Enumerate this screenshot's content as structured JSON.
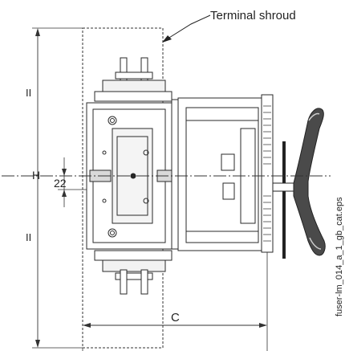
{
  "callout": {
    "terminal_shroud": "Terminal shroud"
  },
  "dimensions": {
    "height_upper": "II",
    "height_mark": "H",
    "offset_value": "22",
    "height_lower": "II",
    "width": "C"
  },
  "file_label": "fuser-lm_014_a_1_gb_cat.eps",
  "colors": {
    "line": "#2a2a2a",
    "fill_light": "#f2f2f2",
    "fill_mid": "#d9d9d9",
    "dark": "#222222"
  }
}
